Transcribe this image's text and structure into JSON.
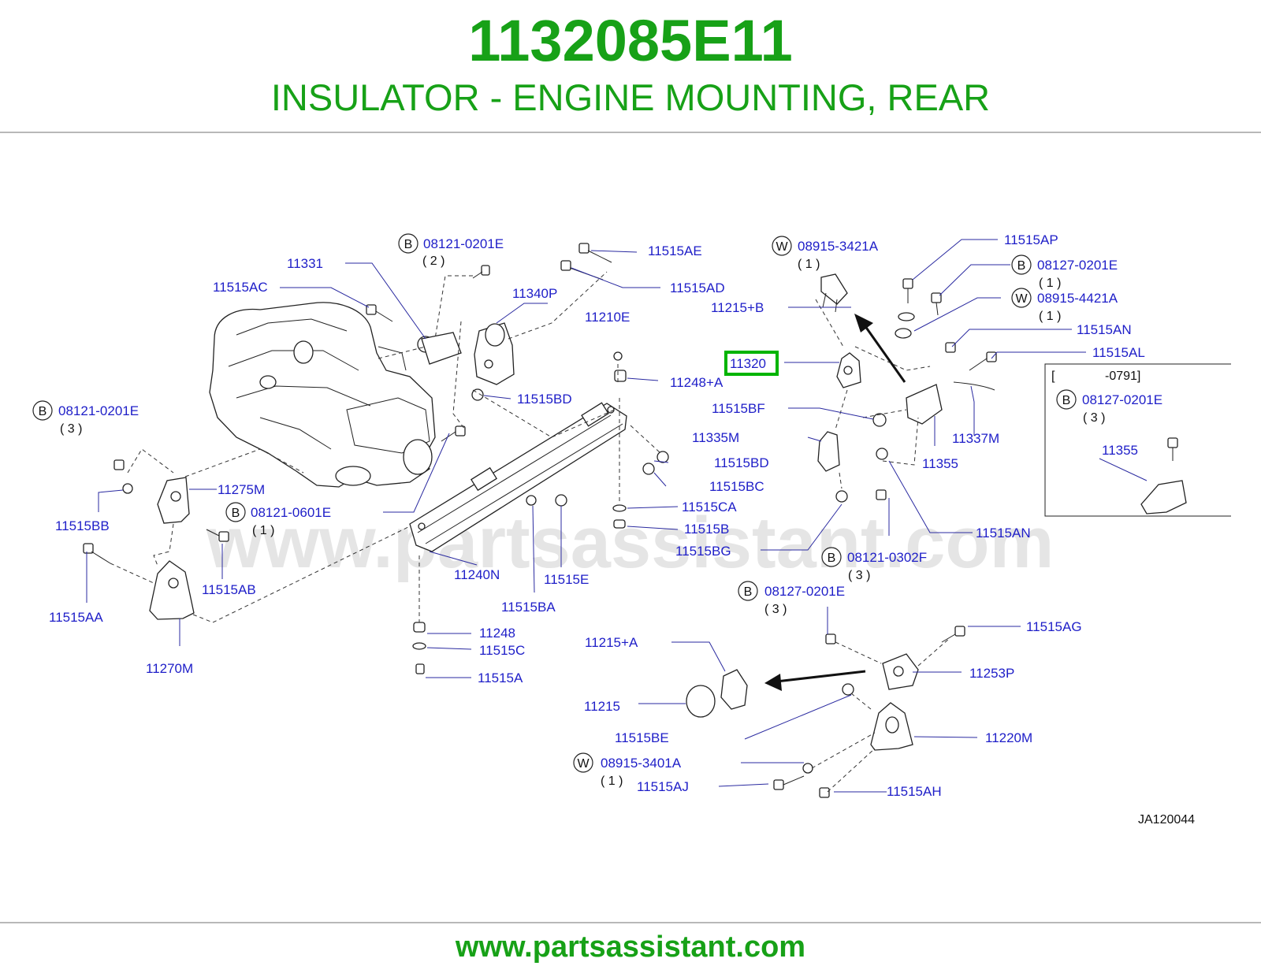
{
  "header": {
    "part_number": "1132085E11",
    "description": "INSULATOR - ENGINE MOUNTING, REAR"
  },
  "watermark": "www.partsassistant.com",
  "footer": {
    "url": "www.partsassistant.com"
  },
  "diagram_code": "JA120044",
  "highlight": {
    "label": "11320",
    "color": "#00b400"
  },
  "colors": {
    "brand_green": "#17a117",
    "label_blue": "#1e1ec8"
  },
  "labels": [
    "11331",
    "11515AC",
    "08121-0201E",
    "11340P",
    "11515AE",
    "11515AD",
    "11210E",
    "11248+A",
    "11515BD",
    "08121-0201E",
    "11275M",
    "11515BB",
    "08121-0601E",
    "11515AB",
    "11515AA",
    "11270M",
    "11240N",
    "11515E",
    "11515BA",
    "11248",
    "11515C",
    "11515A",
    "08915-3421A",
    "11215+B",
    "11515BF",
    "11335M",
    "11515BD",
    "11515BC",
    "11515CA",
    "11515B",
    "11515BG",
    "08121-0302F",
    "08127-0201E",
    "11215+A",
    "11215",
    "11515BE",
    "08915-3401A",
    "11515AJ",
    "11515AH",
    "11515AG",
    "11253P",
    "11220M",
    "11515AP",
    "08127-0201E",
    "08915-4421A",
    "11515AN",
    "11515AL",
    "11337M",
    "11355",
    "11515AN",
    "08127-0201E",
    "11355"
  ],
  "qty": [
    "( 2 )",
    "( 3 )",
    "( 1 )",
    "( 1 )",
    "( 3 )",
    "( 3 )",
    "( 1 )",
    "( 1 )",
    "( 1 )",
    "( 3 )"
  ],
  "circles": [
    "B",
    "B",
    "B",
    "W",
    "B",
    "B",
    "W",
    "B",
    "W",
    "B"
  ],
  "inset_range": [
    "[",
    "-0791]"
  ]
}
